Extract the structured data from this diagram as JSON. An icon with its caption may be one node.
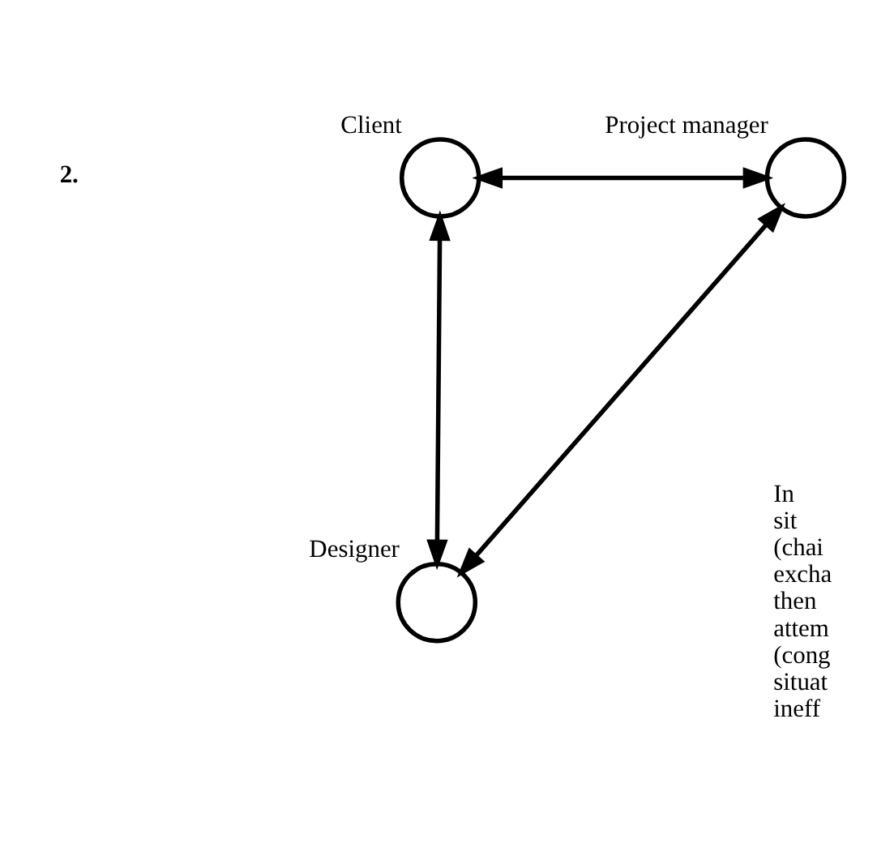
{
  "diagram": {
    "nodes": [
      {
        "text": [
          "Client"
        ]
      },
      {
        "text": [
          "Project manager"
        ]
      },
      {
        "text": [
          "Designer"
        ]
      }
    ],
    "edges": [
      {
        "from": 0,
        "to": 1,
        "arrow": "both"
      },
      {
        "from": 0,
        "to": 2,
        "arrow": "both"
      },
      {
        "from": 1,
        "to": 2,
        "arrow": "both"
      }
    ],
    "labels": [
      "2.",
      "In sit (chai excha then attem (cong situat ineff"
    ]
  }
}
